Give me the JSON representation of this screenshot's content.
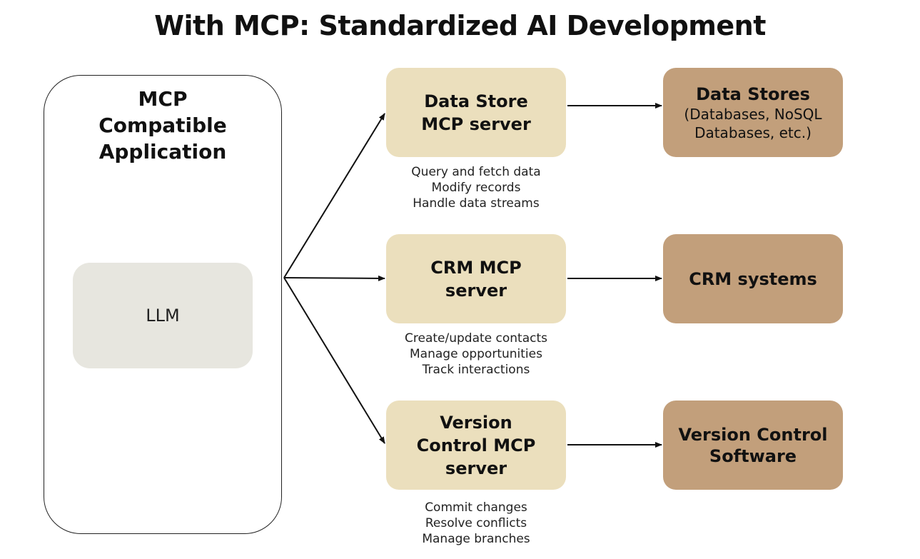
{
  "title": "With MCP: Standardized AI Development",
  "application": {
    "title_lines": [
      "MCP",
      "Compatible",
      "Application"
    ],
    "llm_label": "LLM"
  },
  "servers": [
    {
      "name_lines": [
        "Data Store",
        "MCP server"
      ],
      "capabilities": [
        "Query and fetch data",
        "Modify records",
        "Handle data streams"
      ]
    },
    {
      "name_lines": [
        "CRM MCP",
        "server"
      ],
      "capabilities": [
        "Create/update contacts",
        "Manage opportunities",
        "Track interactions"
      ]
    },
    {
      "name_lines": [
        "Version",
        "Control MCP",
        "server"
      ],
      "capabilities": [
        "Commit changes",
        "Resolve conflicts",
        "Manage branches"
      ]
    }
  ],
  "targets": [
    {
      "title": "Data Stores",
      "subtitle_lines": [
        "(Databases, NoSQL",
        "Databases, etc.)"
      ]
    },
    {
      "title_lines": [
        "CRM systems"
      ]
    },
    {
      "title_lines": [
        "Version Control",
        "Software"
      ]
    }
  ],
  "colors": {
    "server_fill": "#ebdfbd",
    "target_fill": "#c29f7b",
    "llm_fill": "#e7e6df",
    "line": "#111111"
  }
}
